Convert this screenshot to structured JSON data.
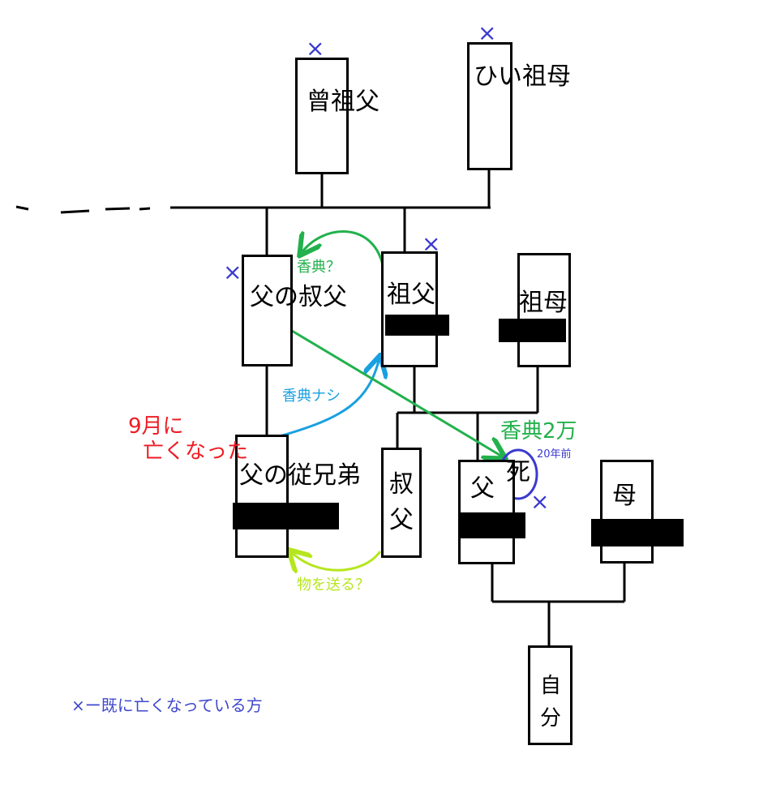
{
  "people": {
    "great_grandfather": "曾祖父",
    "great_grandmother": "ひい祖母",
    "fathers_uncle": "父の叔父",
    "grandfather": "祖父",
    "grandmother": "祖母",
    "fathers_cousin": "父の従兄弟",
    "uncle": "叔父",
    "father": "父",
    "mother": "母",
    "self": "自分"
  },
  "deceased_mark": "×",
  "annotations": {
    "koden_question": "香典？",
    "koden_none": "香典ナシ",
    "died_september_line1": "9月に",
    "died_september_line2": "亡くなった",
    "koden_20k": "香典2万",
    "years_ago": "20年前",
    "death": "死",
    "send_goods": "物を送る？"
  },
  "legend": {
    "text": "×ー既に亡くなっている方"
  },
  "colors": {
    "line": "#000000",
    "cross_blue": "#3a3ad0",
    "green": "#22b14c",
    "cyan": "#1aa0e0",
    "red": "#ed1c24",
    "lime": "#b5e61d",
    "legend_blue": "#3f48cc"
  }
}
